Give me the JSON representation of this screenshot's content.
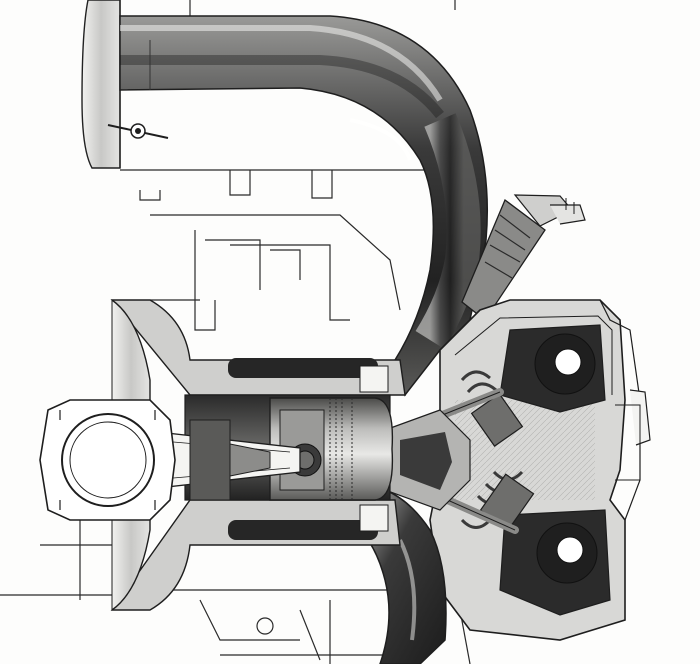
{
  "diagram": {
    "subject": "engine-cross-section",
    "parts": [
      {
        "id": "intake-manifold-runner",
        "color": "#2a2a2a"
      },
      {
        "id": "exhaust-port",
        "color": "#2f2f2f"
      },
      {
        "id": "cylinder-head",
        "color": "#d9d9d7"
      },
      {
        "id": "camshaft-upper",
        "color": "#2b2b2b"
      },
      {
        "id": "camshaft-lower",
        "color": "#2b2b2b"
      },
      {
        "id": "intake-valve",
        "color": "#8a8a88"
      },
      {
        "id": "exhaust-valve",
        "color": "#8a8a88"
      },
      {
        "id": "valve-spring-upper",
        "color": "#555555"
      },
      {
        "id": "valve-spring-lower",
        "color": "#555555"
      },
      {
        "id": "piston",
        "color": "#8c8c8a"
      },
      {
        "id": "wrist-pin",
        "color": "#3a3a3a"
      },
      {
        "id": "connecting-rod",
        "color": "#f4f4f2"
      },
      {
        "id": "crank-big-end",
        "color": "#ffffff"
      },
      {
        "id": "fuel-injector",
        "color": "#6e6e6c"
      },
      {
        "id": "throttle-butterfly",
        "color": "#3a3a3a"
      },
      {
        "id": "cylinder-block",
        "color": "#cfcfcd"
      },
      {
        "id": "coolant-passage",
        "color": "#262626"
      }
    ],
    "colors": {
      "background": "#fdfdfc",
      "outline": "#1e1e1e",
      "dark-metal": "#2a2a2a",
      "mid-metal": "#8c8c8a",
      "light-metal": "#d6d6d4"
    }
  }
}
